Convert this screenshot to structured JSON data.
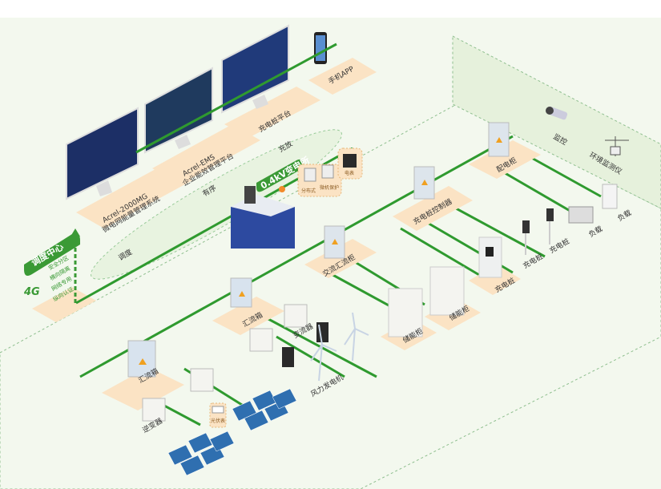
{
  "colors": {
    "background": "#f3f8ee",
    "bus": "#2f9a2f",
    "pad": "#fbe3c4",
    "accent_green": "#3a9a35",
    "screen": "#1c2f66"
  },
  "platforms": {
    "mg": {
      "line1": "Acrel-2000MG",
      "line2": "微电网能量管理系统"
    },
    "ems": {
      "line1": "Acrel-EMS",
      "line2": "企业能效管理平台"
    },
    "charging": "充电桩平台",
    "app": "手机APP"
  },
  "dispatch": {
    "title": "调度中心",
    "network_badge": "4G",
    "items": [
      "安全分区",
      "横向隔离",
      "网络专用",
      "纵向认证"
    ]
  },
  "comm_labels": [
    "调度",
    "有序",
    "充放"
  ],
  "substation": {
    "title": "0.4kV变电所",
    "meters": [
      "分布式",
      "微机保护",
      "电表"
    ]
  },
  "devices": {
    "distribution_box": "配电柜",
    "charger_controller": "充电桩控制器",
    "ac_combiner": "交流汇流柜",
    "storage_cabinets": [
      "储能柜",
      "储能柜"
    ],
    "combiner_boxes": [
      "汇流箱",
      "汇流箱"
    ],
    "inverter": "逆变器",
    "converter": "变流器",
    "wind": "风力发电机",
    "pv_meter": "光伏表",
    "chargers": [
      "充电桩",
      "充电桩",
      "充电桩"
    ],
    "loads": [
      "负载",
      "负载"
    ],
    "camera": "监控",
    "weather": "环境监测仪"
  }
}
